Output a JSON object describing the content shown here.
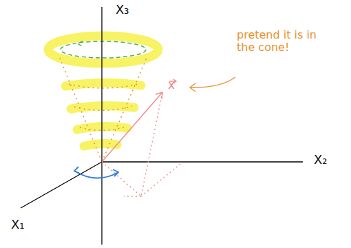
{
  "diagram": {
    "labels": [
      "X₃",
      "X₂",
      "X₁",
      "x",
      "pretend it is in the cone!"
    ]
  }
}
